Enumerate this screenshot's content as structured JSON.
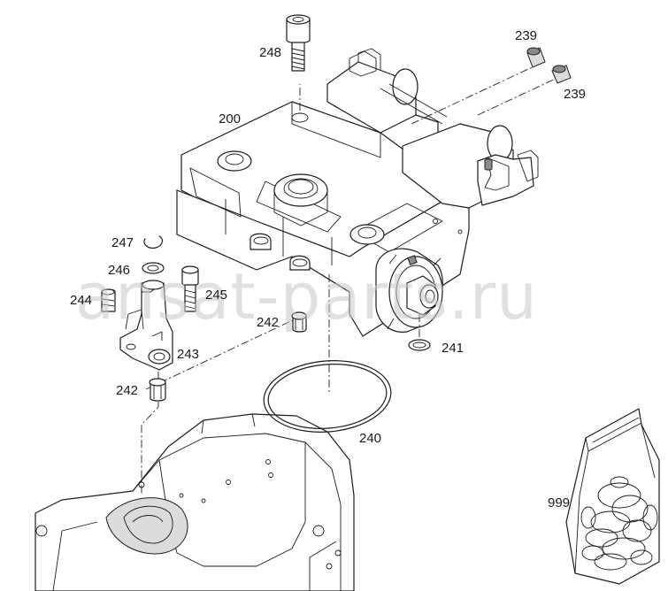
{
  "watermark": "ansat-parts.ru",
  "callouts": [
    {
      "id": "248",
      "text": "248"
    },
    {
      "id": "239a",
      "text": "239"
    },
    {
      "id": "239b",
      "text": "239"
    },
    {
      "id": "200",
      "text": "200"
    },
    {
      "id": "247",
      "text": "247"
    },
    {
      "id": "246",
      "text": "246"
    },
    {
      "id": "245",
      "text": "245"
    },
    {
      "id": "244",
      "text": "244"
    },
    {
      "id": "242a",
      "text": "242"
    },
    {
      "id": "243",
      "text": "243"
    },
    {
      "id": "241",
      "text": "241"
    },
    {
      "id": "242b",
      "text": "242"
    },
    {
      "id": "240",
      "text": "240"
    },
    {
      "id": "999",
      "text": "999"
    }
  ]
}
